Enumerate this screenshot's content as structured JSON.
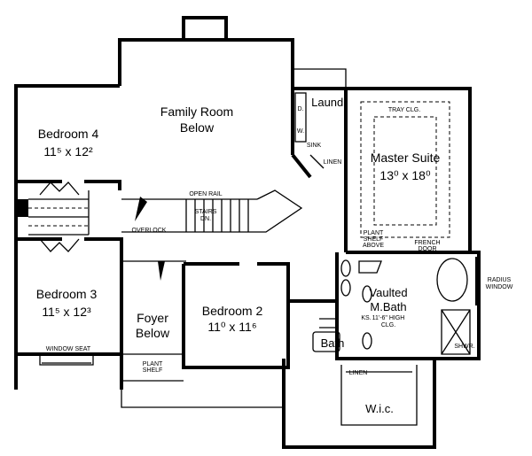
{
  "rooms": {
    "family_room": {
      "name": "Family Room",
      "sub": "Below"
    },
    "bedroom4": {
      "name": "Bedroom 4",
      "dims": "11⁵ x 12²"
    },
    "bedroom3": {
      "name": "Bedroom 3",
      "dims": "11⁵ x 12³"
    },
    "bedroom2": {
      "name": "Bedroom 2",
      "dims": "11⁰ x 11⁶"
    },
    "foyer": {
      "name": "Foyer",
      "sub": "Below"
    },
    "master": {
      "name": "Master Suite",
      "dims": "13⁰ x 18⁰"
    },
    "laundry": {
      "name": "Laund."
    },
    "mbath": {
      "name1": "Vaulted",
      "name2": "M.Bath",
      "note1": "11'-6\" HIGH",
      "note2": "CLG."
    },
    "bath": {
      "name": "Bath"
    },
    "wic": {
      "name": "W.i.c."
    }
  },
  "notes": {
    "tray": "TRAY CLG.",
    "plant_shelf_above": [
      "PLANT",
      "SHELF",
      "ABOVE"
    ],
    "french_door": [
      "FRENCH",
      "DOOR"
    ],
    "radius_window": [
      "RADIUS",
      "WINDOW"
    ],
    "ks": "KS.",
    "shwr": "SHWR.",
    "sink": "SINK",
    "linen": "LINEN",
    "linen2": "LINEN",
    "dryer": "D.",
    "washer": "W.",
    "open_rail": "OPEN RAIL",
    "stairs": [
      "STAIRS",
      "DN."
    ],
    "overlook": "OVERLOCK",
    "window_seat": "WINDOW SEAT",
    "plant_shelf": [
      "PLANT",
      "SHELF"
    ]
  }
}
